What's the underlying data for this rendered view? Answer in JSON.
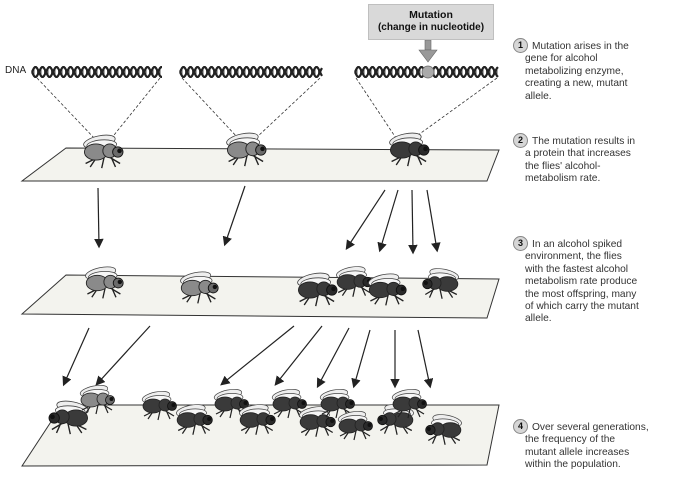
{
  "mutation_box": {
    "title": "Mutation",
    "subtitle": "(change in nucleotide)"
  },
  "dna_label": "DNA",
  "steps": [
    {
      "num": "1",
      "lines": [
        "Mutation arises in the",
        "gene for alcohol",
        "metabolizing enzyme,",
        "creating a new, mutant",
        "allele."
      ]
    },
    {
      "num": "2",
      "lines": [
        "The mutation results in",
        "a protein that increases",
        "the flies' alcohol-",
        "metabolism rate."
      ]
    },
    {
      "num": "3",
      "lines": [
        "In an alcohol spiked",
        "environment, the flies",
        "with the fastest alcohol",
        "metabolism rate produce",
        "the most offspring, many",
        "of which carry the mutant",
        "allele."
      ]
    },
    {
      "num": "4",
      "lines": [
        "Over several generations,",
        "the frequency of the",
        "mutant allele increases",
        "within the population."
      ]
    }
  ],
  "colors": {
    "fly_normal": "#8a8a8a",
    "fly_mutant": "#3a3a3a",
    "platform": "#f3f3ee",
    "box": "#d9d9d9"
  }
}
